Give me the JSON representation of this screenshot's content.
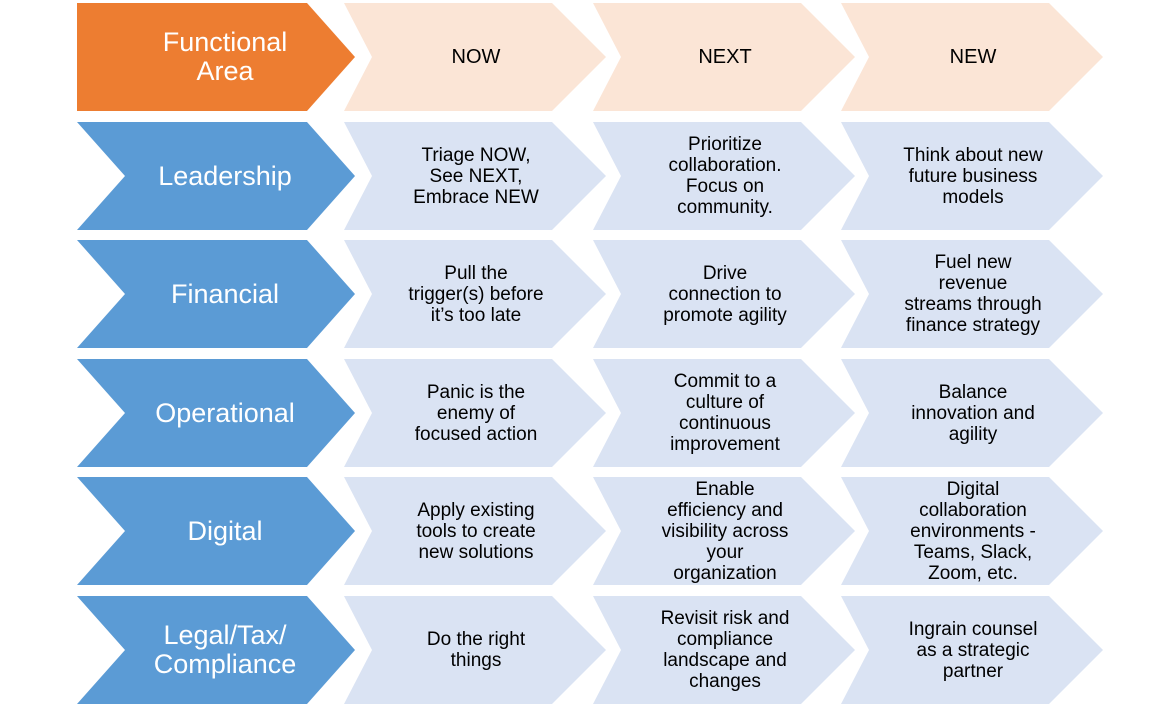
{
  "colors": {
    "header_lead": "#ED7D31",
    "header_stage": "#FBE5D6",
    "row_lead": "#5B9BD5",
    "row_stage": "#DAE3F3"
  },
  "header": {
    "area": "Functional\nArea",
    "stages": [
      "NOW",
      "NEXT",
      "NEW"
    ]
  },
  "rows": [
    {
      "area": "Leadership",
      "now": "Triage NOW,\nSee NEXT,\nEmbrace NEW",
      "next": "Prioritize\ncollaboration.\nFocus on\ncommunity.",
      "new": "Think about new\nfuture business\nmodels"
    },
    {
      "area": "Financial",
      "now": "Pull the\ntrigger(s) before\nit’s too late",
      "next": "Drive\nconnection to\npromote agility",
      "new": "Fuel new\nrevenue\nstreams through\nfinance strategy"
    },
    {
      "area": "Operational",
      "now": "Panic is the\nenemy of\nfocused action",
      "next": "Commit to a\nculture of\ncontinuous\nimprovement",
      "new": "Balance\ninnovation and\nagility"
    },
    {
      "area": "Digital",
      "now": "Apply existing\ntools to create\nnew solutions",
      "next": "Enable\nefficiency and\nvisibility across\nyour\norganization",
      "new": "Digital\ncollaboration\nenvironments -\nTeams, Slack,\nZoom, etc."
    },
    {
      "area": "Legal/Tax/\nCompliance",
      "now": "Do the right\nthings",
      "next": "Revisit risk and\ncompliance\nlandscape and\nchanges",
      "new": "Ingrain counsel\nas a strategic\npartner"
    }
  ]
}
